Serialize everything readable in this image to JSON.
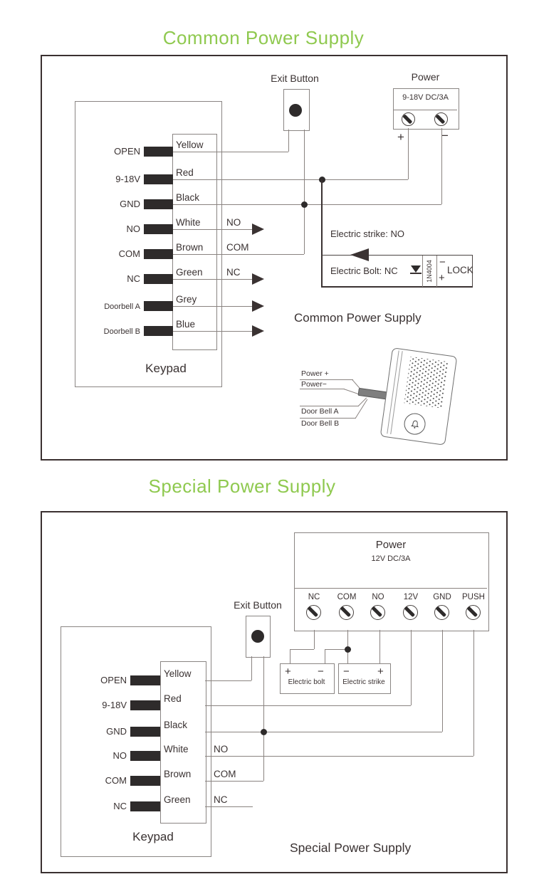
{
  "titles": {
    "common": "Common Power Supply",
    "special": "Special Power Supply"
  },
  "colors": {
    "accent_green": "#8FC94F",
    "wire_gray": "#8a8380",
    "text_dark": "#3a3232"
  },
  "d1": {
    "exit_button": "Exit Button",
    "power": {
      "label": "Power",
      "rating": "9-18V DC/3A",
      "plus": "+",
      "minus": "−"
    },
    "rows": [
      {
        "terminal": "OPEN",
        "wire": "Yellow",
        "out": ""
      },
      {
        "terminal": "9-18V",
        "wire": "Red",
        "out": ""
      },
      {
        "terminal": "GND",
        "wire": "Black",
        "out": ""
      },
      {
        "terminal": "NO",
        "wire": "White",
        "out": "NO"
      },
      {
        "terminal": "COM",
        "wire": "Brown",
        "out": "COM"
      },
      {
        "terminal": "NC",
        "wire": "Green",
        "out": "NC"
      },
      {
        "terminal": "Doorbell A",
        "wire": "Grey",
        "out": ""
      },
      {
        "terminal": "Doorbell B",
        "wire": "Blue",
        "out": ""
      }
    ],
    "keypad_label": "Keypad",
    "strike_note": "Electric strike: NO",
    "bolt_note": "Electric Bolt: NC",
    "diode": "1N4004",
    "lock": {
      "minus": "−",
      "label": "LOCK",
      "plus": "+"
    },
    "caption": "Common Power Supply",
    "doorbell_labels": [
      "Power +",
      "Power−",
      "Door Bell A",
      "Door Bell B"
    ]
  },
  "d2": {
    "exit_button": "Exit Button",
    "power": {
      "label": "Power",
      "rating": "12V DC/3A",
      "terminals": [
        "NC",
        "COM",
        "NO",
        "12V",
        "GND",
        "PUSH"
      ]
    },
    "rows": [
      {
        "terminal": "OPEN",
        "wire": "Yellow",
        "out": ""
      },
      {
        "terminal": "9-18V",
        "wire": "Red",
        "out": ""
      },
      {
        "terminal": "GND",
        "wire": "Black",
        "out": ""
      },
      {
        "terminal": "NO",
        "wire": "White",
        "out": "NO"
      },
      {
        "terminal": "COM",
        "wire": "Brown",
        "out": "COM"
      },
      {
        "terminal": "NC",
        "wire": "Green",
        "out": "NC"
      }
    ],
    "keypad_label": "Keypad",
    "bolt": {
      "plus": "+",
      "minus": "−",
      "label": "Electric bolt"
    },
    "strike": {
      "minus": "−",
      "plus": "+",
      "label": "Electric strike"
    },
    "caption": "Special Power Supply"
  }
}
